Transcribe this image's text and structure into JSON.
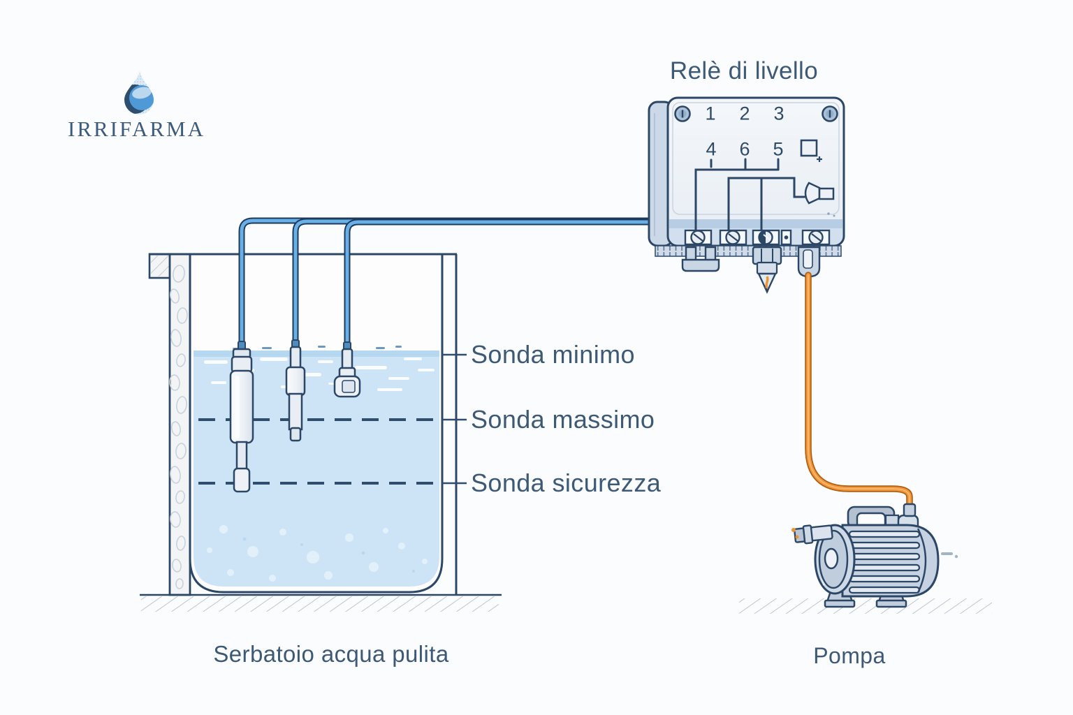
{
  "brand": {
    "name": "IRRIFARMA",
    "icon": "water-drop-icon"
  },
  "relay": {
    "title": "Relè di livello",
    "top_terminals": [
      "1",
      "2",
      "3"
    ],
    "wiring_terminals": [
      "4",
      "6",
      "5"
    ],
    "icons": {
      "left_screw": "screw-icon",
      "right_screw": "screw-icon",
      "indicator": "square-indicator-icon",
      "output": "horn-icon"
    }
  },
  "tank": {
    "caption": "Serbatoio acqua pulita",
    "levels": [
      {
        "label": "Sonda minimo"
      },
      {
        "label": "Sonda massimo"
      },
      {
        "label": "Sonda sicurezza"
      }
    ]
  },
  "pump": {
    "caption": "Pompa"
  },
  "colors": {
    "outline": "#2c4766",
    "text": "#3d5975",
    "water": "#cde4f7",
    "cable_blue": "#69b0e6",
    "cable_orange": "#f2973a"
  }
}
